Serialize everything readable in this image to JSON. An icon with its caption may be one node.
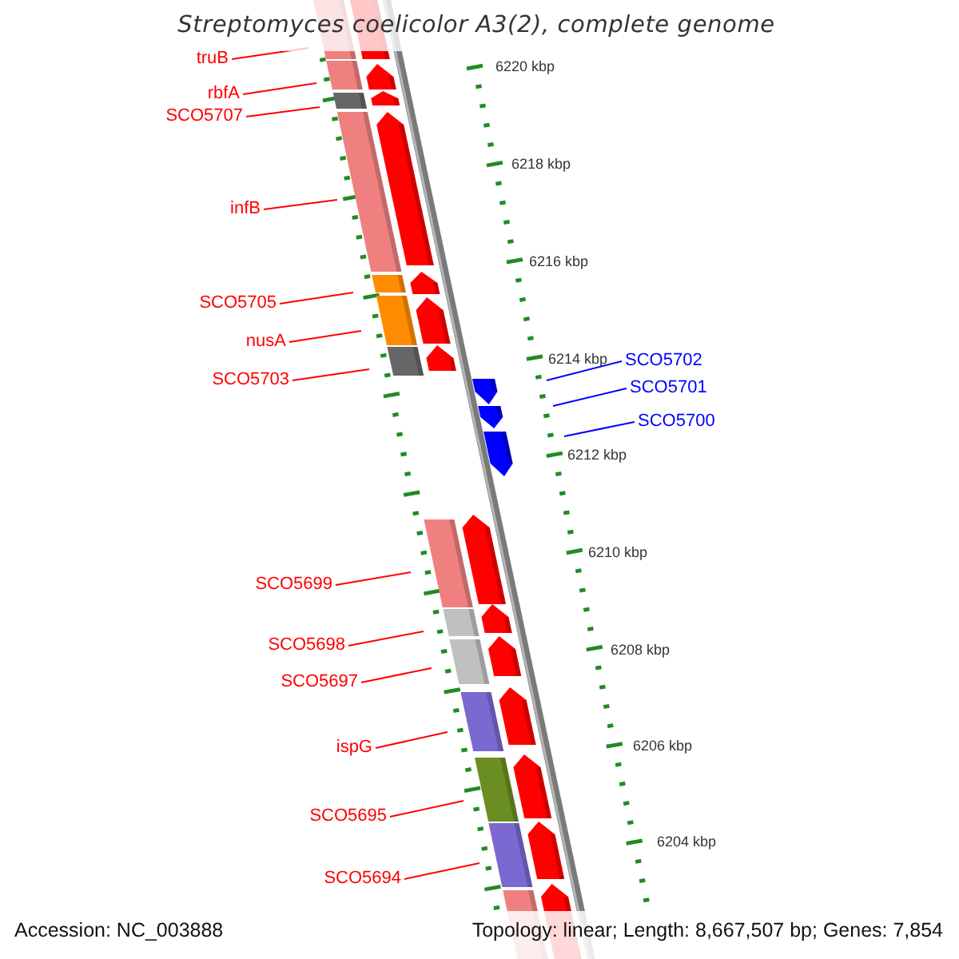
{
  "diagram": {
    "title": "Streptomyces coelicolor A3(2), complete genome",
    "nodes": [
      {
        "text": [
          "truB"
        ]
      },
      {
        "text": [
          "rbfA"
        ]
      },
      {
        "text": [
          "SCO5707"
        ]
      },
      {
        "text": [
          "infB"
        ]
      },
      {
        "text": [
          "SCO5705"
        ]
      },
      {
        "text": [
          "nusA"
        ]
      },
      {
        "text": [
          "SCO5703"
        ]
      },
      {
        "text": [
          "SCO5702"
        ]
      },
      {
        "text": [
          "SCO5701"
        ]
      },
      {
        "text": [
          "SCO5700"
        ]
      },
      {
        "text": [
          "SCO5699"
        ]
      },
      {
        "text": [
          "SCO5698"
        ]
      },
      {
        "text": [
          "SCO5697"
        ]
      },
      {
        "text": [
          "ispG"
        ]
      },
      {
        "text": [
          "SCO5695"
        ]
      },
      {
        "text": [
          "SCO5694"
        ]
      }
    ],
    "edges": [
      {
        "from": 0,
        "to": null,
        "arrow": "none"
      },
      {
        "from": 1,
        "to": null,
        "arrow": "none"
      },
      {
        "from": 2,
        "to": null,
        "arrow": "none"
      },
      {
        "from": 3,
        "to": null,
        "arrow": "none"
      },
      {
        "from": 4,
        "to": null,
        "arrow": "none"
      },
      {
        "from": 5,
        "to": null,
        "arrow": "none"
      },
      {
        "from": 6,
        "to": null,
        "arrow": "none"
      },
      {
        "from": 7,
        "to": null,
        "arrow": "none",
        "color": "#0000ff"
      },
      {
        "from": 8,
        "to": null,
        "arrow": "none",
        "color": "#0000ff"
      },
      {
        "from": 9,
        "to": null,
        "arrow": "none",
        "color": "#0000ff"
      },
      {
        "from": 10,
        "to": null,
        "arrow": "none"
      },
      {
        "from": 11,
        "to": null,
        "arrow": "none"
      },
      {
        "from": 12,
        "to": null,
        "arrow": "none"
      },
      {
        "from": 13,
        "to": null,
        "arrow": "none"
      },
      {
        "from": 14,
        "to": null,
        "arrow": "none"
      },
      {
        "from": 15,
        "to": null,
        "arrow": "none"
      }
    ],
    "labels": [
      "6220 kbp",
      "6218 kbp",
      "6216 kbp",
      "6214 kbp",
      "6212 kbp",
      "6210 kbp",
      "6208 kbp",
      "6206 kbp",
      "6204 kbp",
      "Accession: NC_003888",
      "Topology: linear; Length: 8,667,507 bp; Genes: 7,854"
    ]
  }
}
